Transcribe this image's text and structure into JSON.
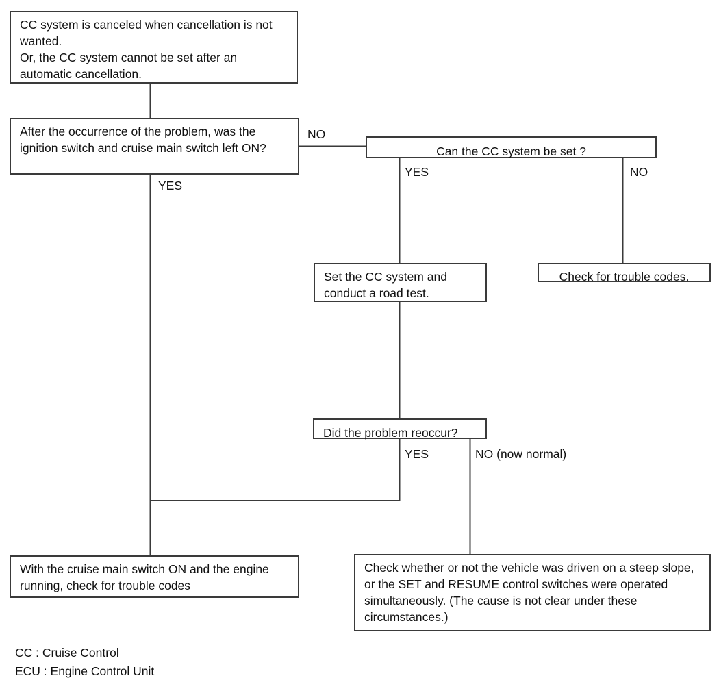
{
  "diagram": {
    "title": "Cruise Control Troubleshooting Flowchart",
    "line_color": "#3a3a3a",
    "box_fill": "#ffffff",
    "text_color": "#111111"
  },
  "nodes": {
    "problem_statement": {
      "text": "CC system is canceled when cancellation is not wanted.\nOr, the CC system cannot be set after an automatic cancellation."
    },
    "question_ignition": {
      "text": "After the occurrence of the problem, was the ignition switch and cruise main switch left ON?"
    },
    "question_can_set": {
      "text": "Can the CC system be set ?"
    },
    "action_set_and_road_test": {
      "text": "Set the CC system and conduct a road test."
    },
    "action_check_trouble_codes": {
      "text": "Check for trouble codes."
    },
    "question_reoccur": {
      "text": "Did the problem reoccur?"
    },
    "action_cruise_switch_on": {
      "text": "With the cruise main switch ON and the engine running, check for trouble codes"
    },
    "action_check_steep_slope": {
      "text": "Check whether or not the vehicle was driven on a steep slope, or the SET and RESUME control switches were operated simultaneously. (The cause is not clear under these circumstances.)"
    }
  },
  "edge_labels": {
    "ignition_no": "NO",
    "ignition_yes": "YES",
    "can_set_yes": "YES",
    "can_set_no": "NO",
    "reoccur_yes": "YES",
    "reoccur_no": "NO (now normal)"
  },
  "legend": {
    "line1": "CC : Cruise Control",
    "line2": "ECU : Engine Control Unit",
    "combined": "CC : Cruise Control\nECU : Engine Control Unit"
  }
}
